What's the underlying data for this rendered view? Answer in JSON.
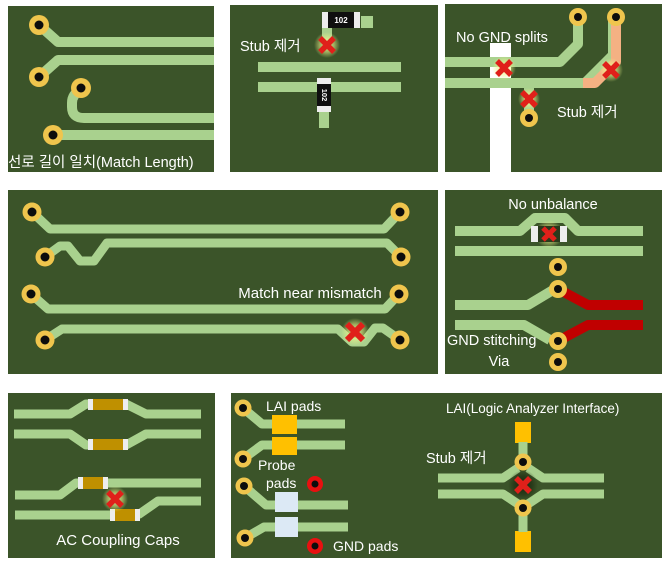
{
  "title": "PCB differential-pair routing guidelines",
  "colors": {
    "page_bg": "#FFFFFF",
    "board_green": "#3B5429",
    "trace_green": "#A9D18E",
    "pad_gold": "#EFC54D",
    "pad_hole": "#0D0D0D",
    "orange_trace": "#F4B183",
    "red_trace": "#C00000",
    "gnd_split_white": "#FFFFFF",
    "coupling_cap_gold": "#BF9000",
    "lai_pad_orange": "#FFC000",
    "probe_pad_blue": "#DCE9F5",
    "gnd_pad_red": "#E81010",
    "x_mark_red": "#E0201A",
    "glow_yellow": "#F4FA9C",
    "component_body_black": "#0F0F0F",
    "component_cap_white": "#EDEDED",
    "label_text": "#FFFFFF"
  },
  "icons": {
    "x_mark": "crossed red bars",
    "via_pad": "gold ring with black drill hole",
    "gnd_pad": "red ring with black drill hole"
  },
  "panels": {
    "match_length": {
      "label": "선로 길이 일치(Match Length)"
    },
    "stub_removal_resistors": {
      "stub_label": "Stub 제거",
      "resistor_top_label": "102",
      "resistor_bottom_label": "102"
    },
    "no_gnd_splits": {
      "gnd_label": "No GND splits",
      "stub_label": "Stub 제거"
    },
    "match_near_mismatch": {
      "label": "Match near mismatch"
    },
    "no_unbalance": {
      "unbalance_label": "No unbalance",
      "gnd_stitching_label": "GND stitching",
      "via_label": "Via"
    },
    "ac_coupling": {
      "label": "AC Coupling Caps"
    },
    "lai": {
      "lai_pads_label": "LAI pads",
      "probe_label_line1": "Probe",
      "probe_label_line2": "pads",
      "gnd_pads_label": "GND pads",
      "lai_full_label": "LAI(Logic Analyzer Interface)",
      "stub_label": "Stub 제거"
    }
  }
}
